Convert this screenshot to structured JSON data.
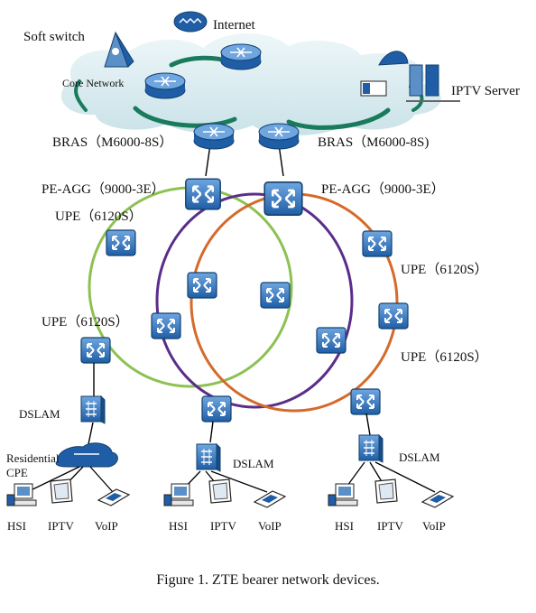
{
  "labels": {
    "internet": "Internet",
    "soft_switch": "Soft switch",
    "core_network": "Core Network",
    "iptv_server": "IPTV Server",
    "bras_left": "BRAS（M6000-8S）",
    "bras_right": "BRAS（M6000-8S)",
    "pe_agg_left": "PE-AGG（9000-3E）",
    "pe_agg_right": "PE-AGG（9000-3E）",
    "upe_1": "UPE（6120S）",
    "upe_2": "UPE（6120S）",
    "upe_3": "UPE（6120S）",
    "upe_4": "UPE（6120S）",
    "dslam_1": "DSLAM",
    "dslam_2": "DSLAM",
    "dslam_3": "DSLAM",
    "residential_cpe_1": "Residential",
    "residential_cpe_2": "CPE"
  },
  "endpoints": [
    {
      "hsi": "HSI",
      "iptv": "IPTV",
      "voip": "VoIP"
    },
    {
      "hsi": "HSI",
      "iptv": "IPTV",
      "voip": "VoIP"
    },
    {
      "hsi": "HSI",
      "iptv": "IPTV",
      "voip": "VoIP"
    }
  ],
  "caption": "Figure 1. ZTE bearer network devices.",
  "colors": {
    "ring_green": "#8dc152",
    "ring_purple": "#5b2d8a",
    "ring_orange": "#d56a2a",
    "device_blue": "#2e6fb3",
    "cloud_fill": "#d8ecf0",
    "cloud_edge": "#1a7a5c"
  }
}
